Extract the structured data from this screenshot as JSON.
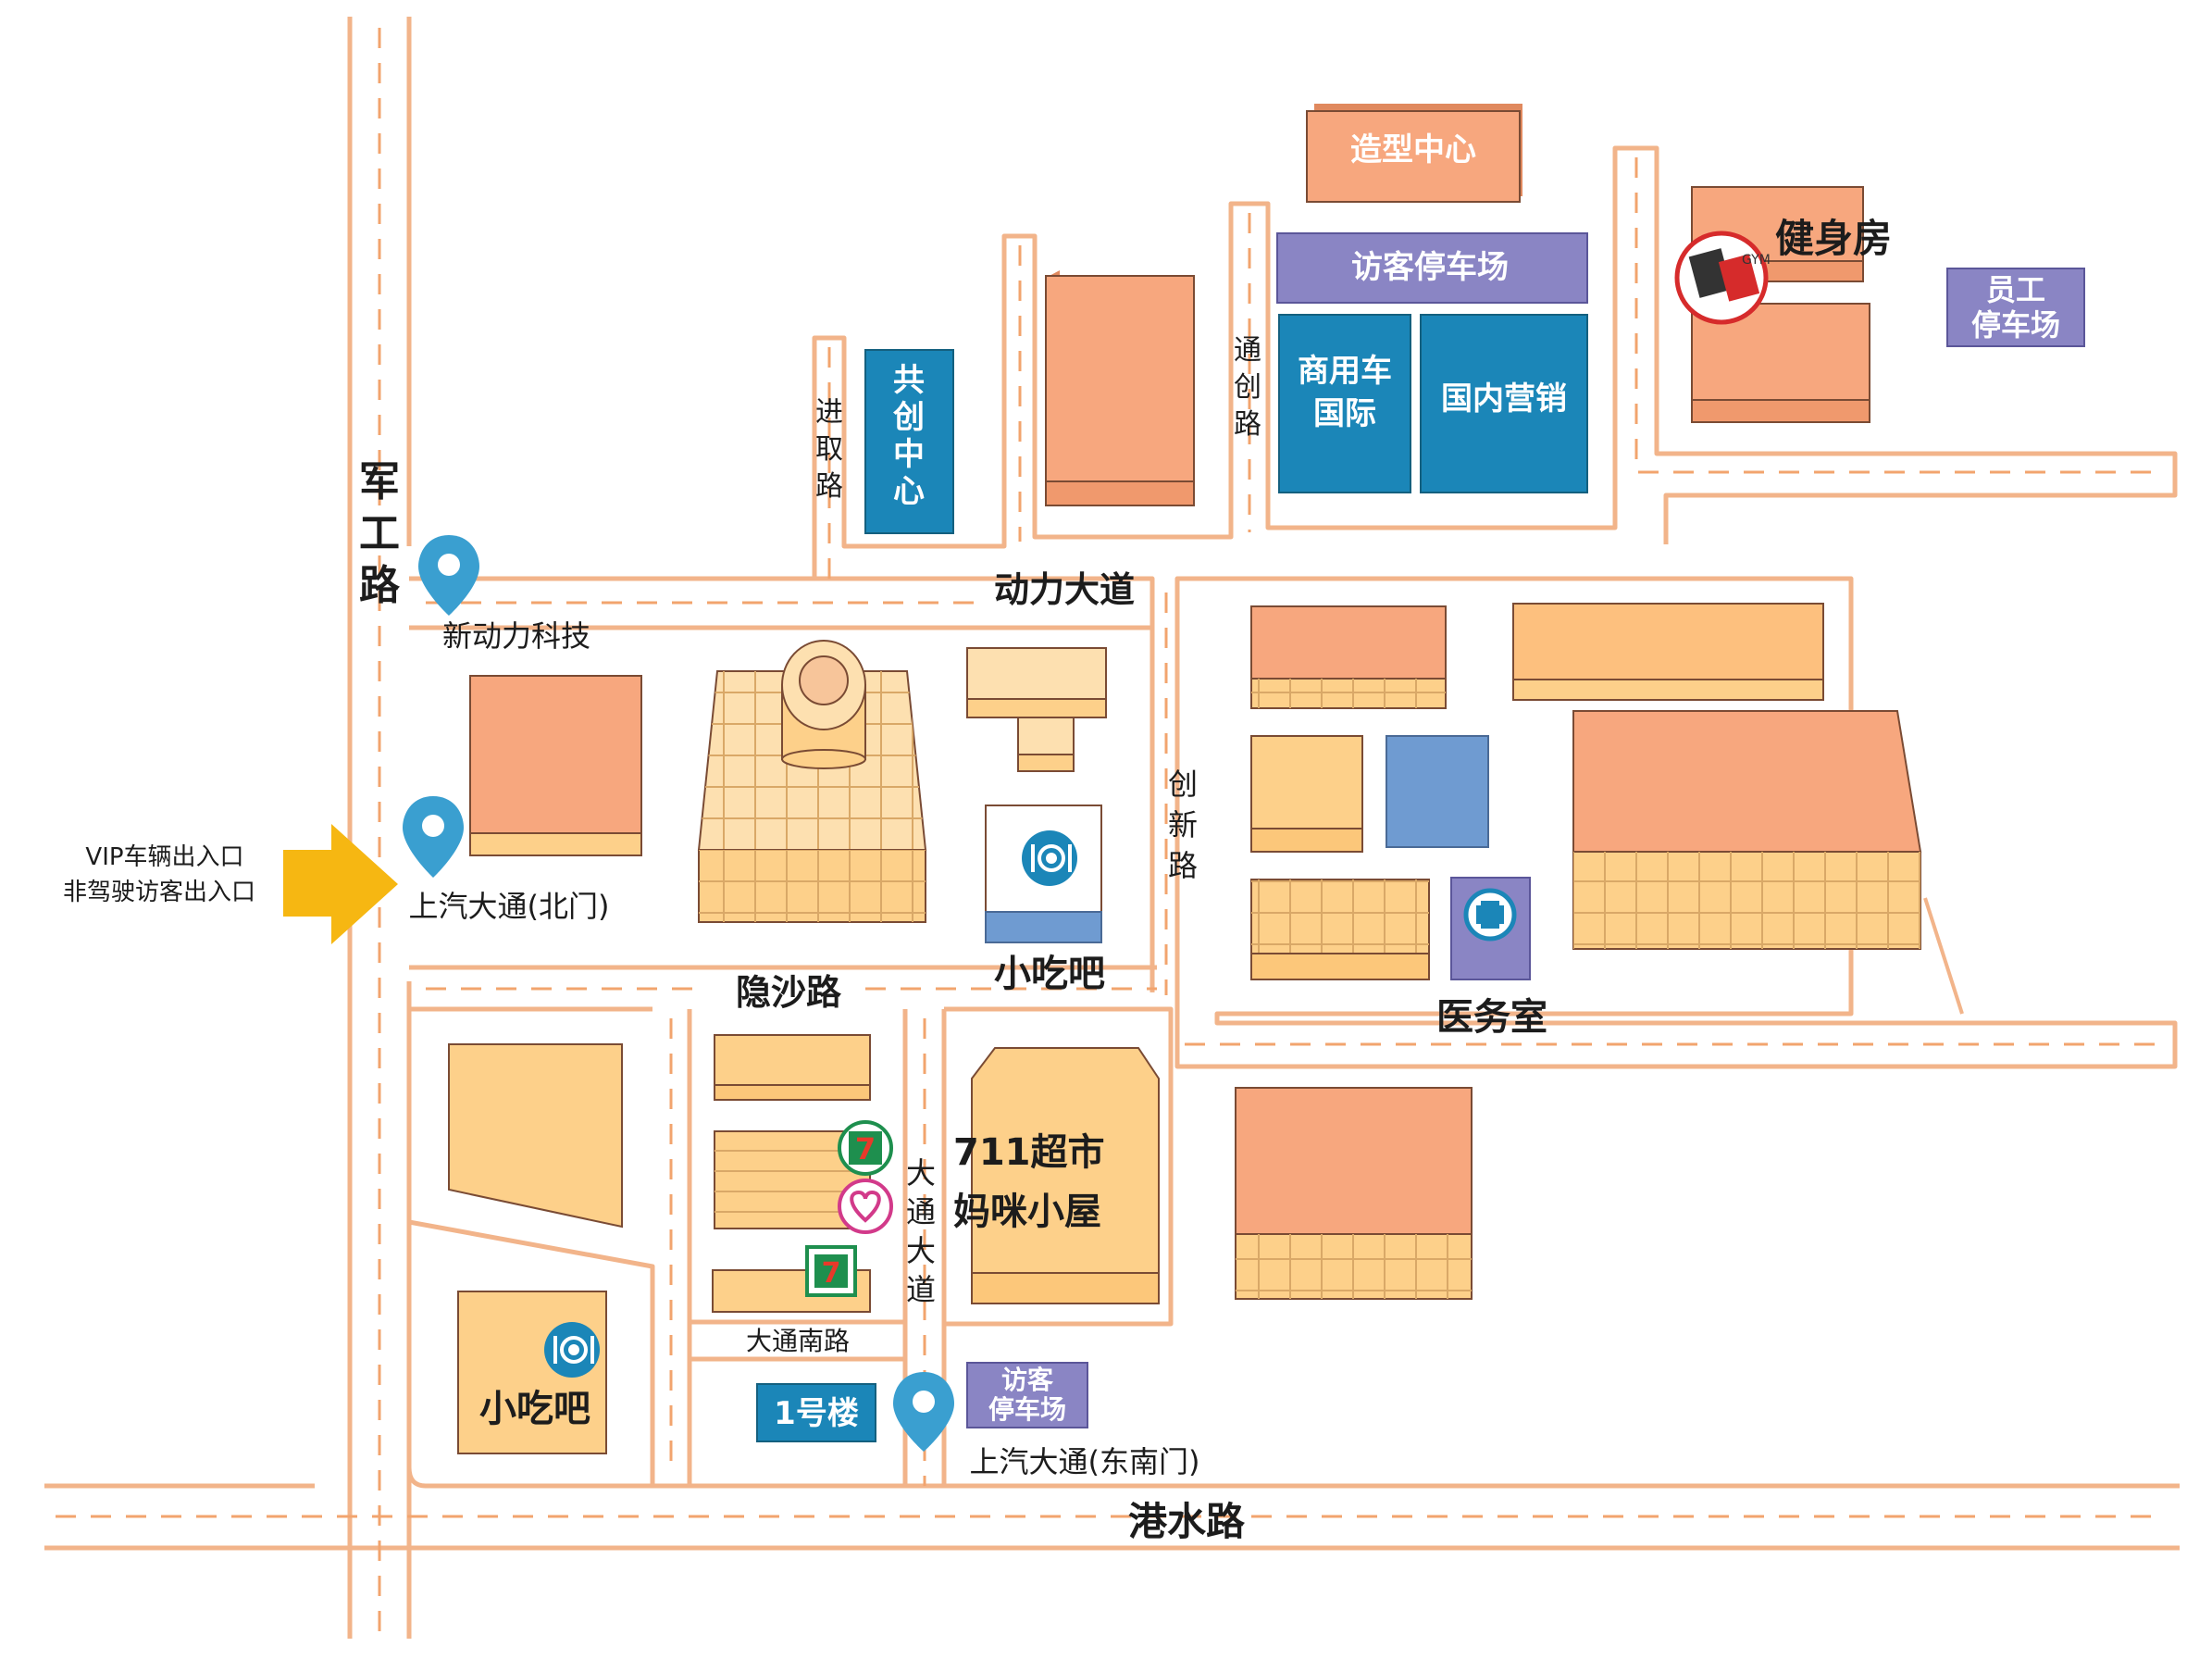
{
  "roads": {
    "jungong": "军工路",
    "dongli": "动力大道",
    "jinqu": "进取路",
    "tongchuang": "通创路",
    "chuangxin": "创新路",
    "yinsha": "隐沙路",
    "datong_avenue": "大通大道",
    "datong_south": "大通南路",
    "gangshui": "港水路"
  },
  "buildings": {
    "styling_center": "造型中心",
    "visitor_parking_north": "访客停车场",
    "gym": "健身房",
    "gym_badge": "GYM",
    "staff_parking_line1": "员工",
    "staff_parking_line2": "停车场",
    "gongchuang": "共创中心",
    "commercial_line1": "商用车",
    "commercial_line2": "国际",
    "domestic_marketing": "国内营销",
    "snack_bar_center": "小吃吧",
    "snack_bar_south": "小吃吧",
    "medical_room": "医务室",
    "seven_eleven": "711超市",
    "mommy_room": "妈咪小屋",
    "building1": "1号楼",
    "visitor_parking_south_line1": "访客",
    "visitor_parking_south_line2": "停车场",
    "seven_badge": "7"
  },
  "markers": {
    "xindongli": "新动力科技",
    "north_gate": "上汽大通(北门)",
    "southeast_gate": "上汽大通(东南门)"
  },
  "entrance": {
    "line1": "VIP车辆出入口",
    "line2": "非驾驶访客出入口"
  },
  "colors": {
    "road_edge": "#f2b48a",
    "road_dash": "#f2a46e",
    "orange_roof": "#f7a77e",
    "yellow_roof": "#fdd08a",
    "purple": "#8a85c4",
    "teal": "#1b86b8",
    "blue_gray": "#6f9bd1",
    "arrow": "#f6b712",
    "pin": "#3a9fd0"
  }
}
